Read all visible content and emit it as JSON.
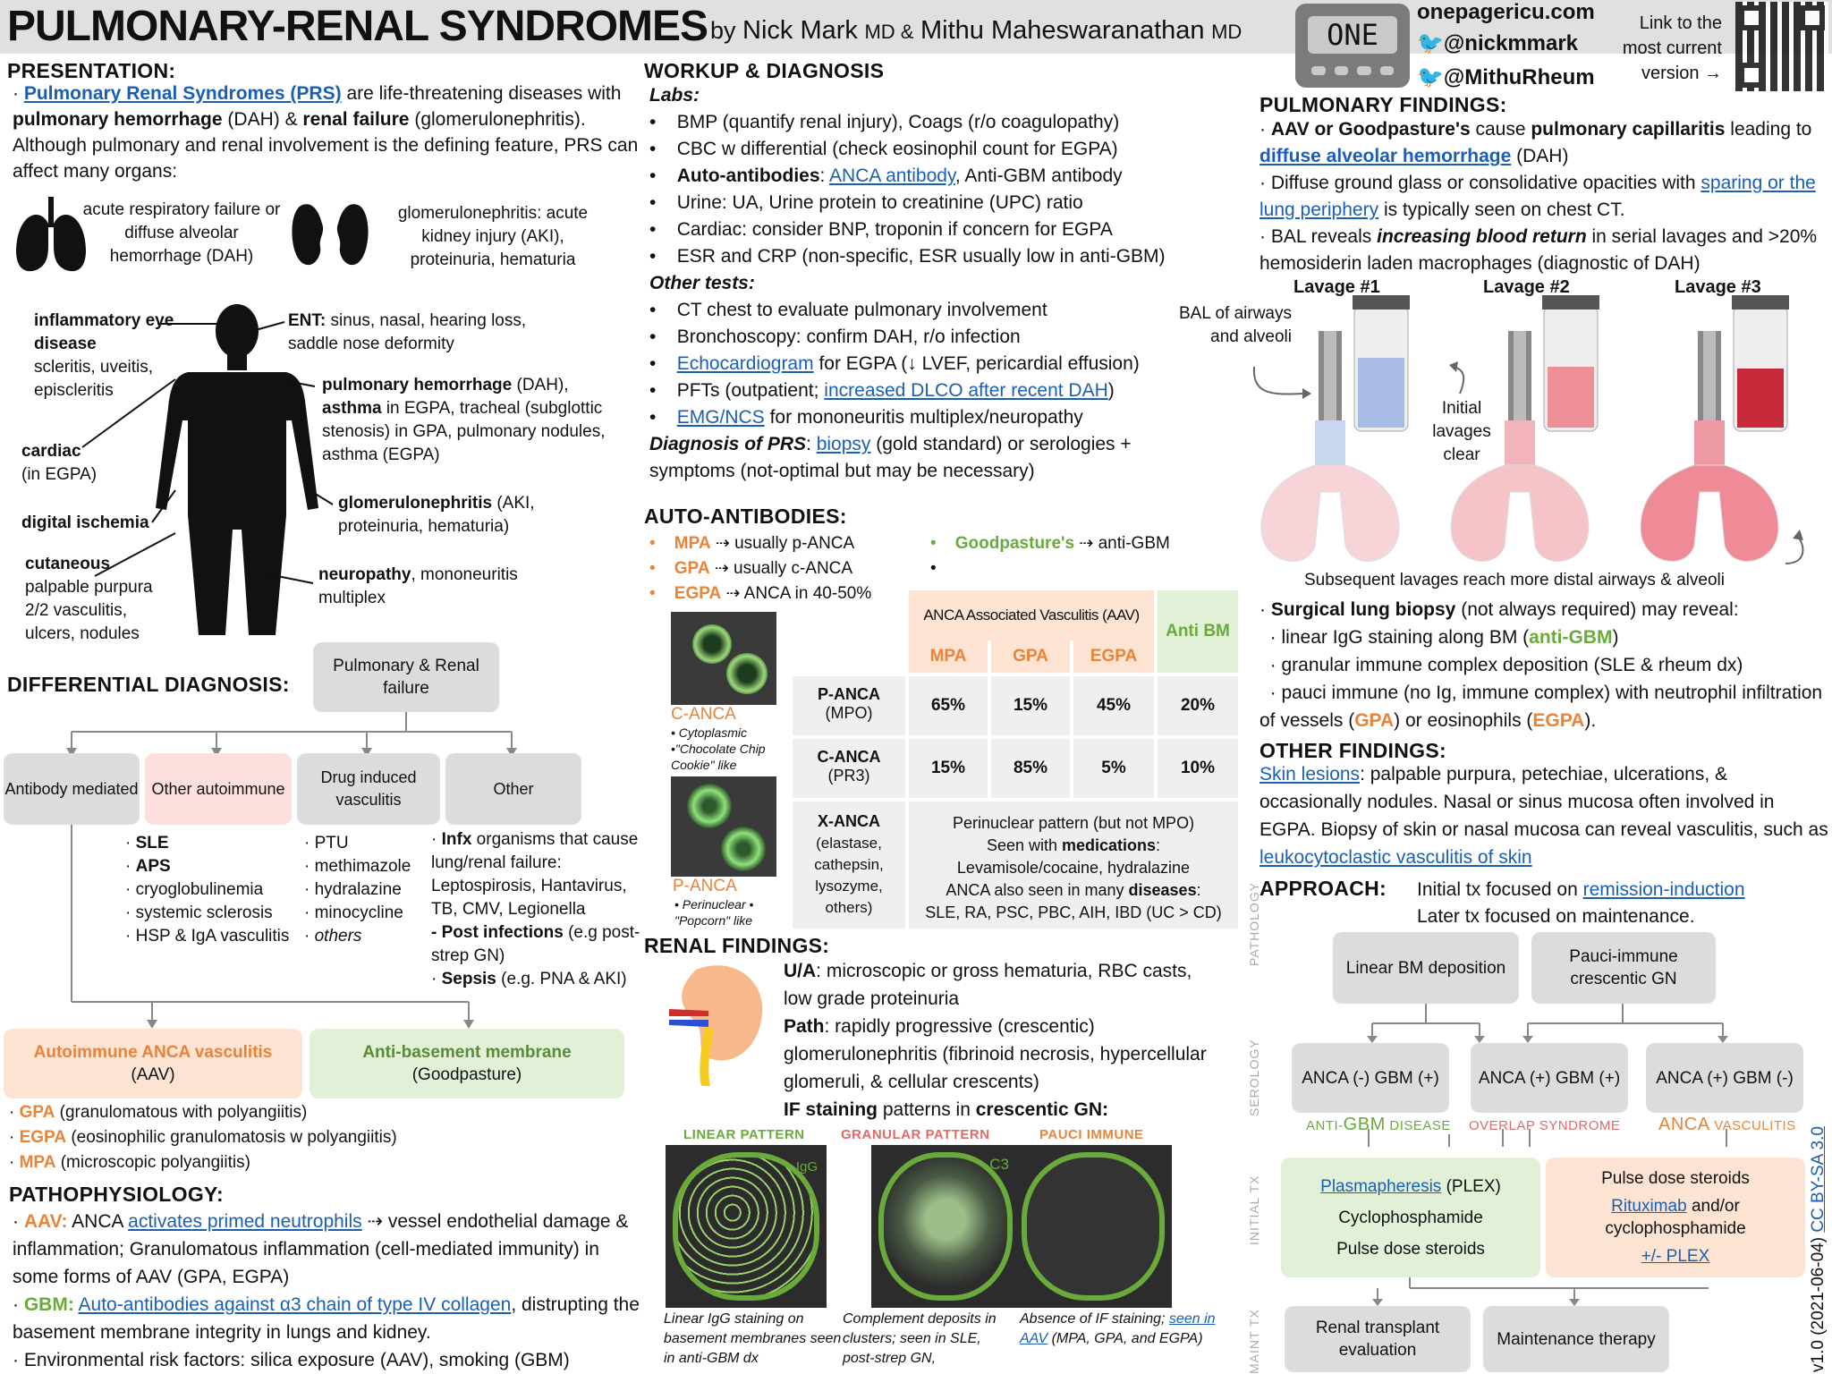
{
  "header": {
    "title": "PULMONARY-RENAL SYNDROMES",
    "by": "by",
    "author1": "Nick Mark",
    "md1": "MD &",
    "author2": "Mithu Maheswaranathan",
    "md2": "MD",
    "logo_text": "ONE",
    "site": "onepagericu.com",
    "twitter1": "@nickmmark",
    "twitter2": "@MithuRheum",
    "qr_caption": "Link to the most current version →"
  },
  "presentation": {
    "heading": "PRESENTATION:",
    "link": "Pulmonary Renal Syndromes (PRS)",
    "text1": "are life-threatening diseases with",
    "b1": "pulmonary hemorrhage",
    "text2": "(DAH) &",
    "b2": "renal failure",
    "text3": "(glomerulonephritis). Although pulmonary and renal involvement is the defining feature, PRS can affect many organs:",
    "lung_caption": "acute respiratory failure or diffuse alveolar hemorrhage (DAH)",
    "kidney_caption": "glomerulonephritis: acute kidney injury (AKI), proteinuria, hematuria"
  },
  "body_labels": {
    "eye_b": "inflammatory eye disease",
    "eye": "scleritis, uveitis, episcleritis",
    "ent_b": "ENT:",
    "ent": "sinus, nasal, hearing loss, saddle nose deformity",
    "pulm_b": "pulmonary hemorrhage",
    "pulm1": "(DAH),",
    "pulm_b2": "asthma",
    "pulm2": "in EGPA, tracheal (subglottic stenosis) in GPA, pulmonary nodules, asthma (EGPA)",
    "cardiac_b": "cardiac",
    "cardiac": "(in EGPA)",
    "digital_b": "digital ischemia",
    "gn_b": "glomerulonephritis",
    "gn": "(AKI, proteinuria, hematuria)",
    "cut_b": "cutaneous",
    "cut": "palpable purpura 2/2 vasculitis, ulcers, nodules",
    "neuro_b": "neuropathy",
    "neuro": ", mononeuritis multiplex"
  },
  "ddx": {
    "heading": "DIFFERENTIAL DIAGNOSIS:",
    "root": "Pulmonary & Renal failure",
    "c1": "Antibody mediated",
    "c2": "Other autoimmune",
    "c3": "Drug induced vasculitis",
    "c4": "Other",
    "auto_list": [
      "SLE",
      "APS",
      "cryoglobulinemia",
      "systemic sclerosis",
      "HSP & IgA vasculitis"
    ],
    "drug_list": [
      "PTU",
      "methimazole",
      "hydralazine",
      "minocycline",
      "others"
    ],
    "other_infx_b": "Infx",
    "other_infx": "organisms that cause lung/renal failure: Leptospirosis, Hantavirus, TB, CMV, Legionella",
    "other_post_b": "- Post infections",
    "other_post": "(e.g post-strep GN)",
    "other_sepsis_b": "Sepsis",
    "other_sepsis": "(e.g. PNA & AKI)",
    "aav_b": "Autoimmune ANCA vasculitis",
    "aav": "(AAV)",
    "gbm_b": "Anti-basement membrane",
    "gbm": "(Goodpasture)",
    "gpa_b": "GPA",
    "gpa": "(granulomatous with polyangiitis)",
    "egpa_b": "EGPA",
    "egpa": "(eosinophilic granulomatosis w polyangiitis)",
    "mpa_b": "MPA",
    "mpa": "(microscopic polyangiitis)"
  },
  "patho": {
    "heading": "PATHOPHYSIOLOGY:",
    "aav_b": "AAV:",
    "aav1": "ANCA",
    "aav_link": "activates primed neutrophils",
    "aav2": "⇢ vessel endothelial damage & inflammation; Granulomatous inflammation (cell-mediated immunity) in some forms of AAV (GPA, EGPA)",
    "gbm_b": "GBM:",
    "gbm_link": "Auto-antibodies against α3 chain of type IV collagen",
    "gbm2": ", distrupting the basement membrane integrity in lungs and kidney.",
    "env": "Environmental risk factors: silica exposure (AAV), smoking (GBM)"
  },
  "workup": {
    "heading": "WORKUP & DIAGNOSIS",
    "labs": "Labs:",
    "l1": "BMP  (quantify renal injury), Coags (r/o coagulopathy)",
    "l2": "CBC w differential (check eosinophil count for EGPA)",
    "l3_b": "Auto-antibodies",
    "l3_link": "ANCA antibody",
    "l3": ", Anti-GBM antibody",
    "l4": "Urine: UA, Urine protein to creatinine (UPC) ratio",
    "l5": "Cardiac: consider BNP, troponin if concern for EGPA",
    "l6": "ESR and CRP (non-specific, ESR usually low in anti-GBM)",
    "other": "Other tests:",
    "o1": "CT chest to evaluate pulmonary involvement",
    "o2": "Bronchoscopy: confirm DAH, r/o infection",
    "o3_link": "Echocardiogram",
    "o3": "for EGPA (↓ LVEF, pericardial effusion)",
    "o4": "PFTs (outpatient;",
    "o4_link": "increased DLCO after recent DAH",
    "o4b": ")",
    "o5_link": "EMG/NCS",
    "o5": "for mononeuritis multiplex/neuropathy",
    "dx_b": "Diagnosis of PRS",
    "dx_link": "biopsy",
    "dx": "(gold standard) or serologies + symptoms (not-optimal but may be necessary)"
  },
  "autoab": {
    "heading": "AUTO-ANTIBODIES:",
    "mpa": "MPA",
    "mpa_t": "⇢ usually p-ANCA",
    "gpa": "GPA",
    "gpa_t": "⇢ usually c-ANCA",
    "egpa": "EGPA",
    "egpa_t": "⇢ ANCA in 40-50%",
    "gp": "Goodpasture's",
    "gp_t": "⇢ anti-GBM",
    "canca": "C-ANCA",
    "canca_d": "• Cytoplasmic •\"Chocolate Chip Cookie\" like",
    "panca": "P-ANCA",
    "panca_d": "• Perinuclear • \"Popcorn\" like",
    "table_aav": "ANCA Associated Vasculitis (AAV)",
    "table_antibm": "Anti BM",
    "cols": [
      "MPA",
      "GPA",
      "EGPA"
    ],
    "rows": [
      {
        "name": "P-ANCA",
        "sub": "(MPO)",
        "vals": [
          "65%",
          "15%",
          "45%",
          "20%"
        ]
      },
      {
        "name": "C-ANCA",
        "sub": "(PR3)",
        "vals": [
          "15%",
          "85%",
          "5%",
          "10%"
        ]
      }
    ],
    "xanca": "X-ANCA",
    "xanca_sub": "(elastase, cathepsin, lysozyme, others)",
    "xanca_text1": "Perinuclear pattern (but not MPO)",
    "xanca_text2": "Seen with",
    "xanca_b2": "medications",
    "xanca_text3": "Levamisole/cocaine, hydralazine",
    "xanca_text4": "ANCA also seen in many",
    "xanca_b4": "diseases",
    "xanca_text5": "SLE, RA, PSC, PBC, AIH, IBD (UC > CD)"
  },
  "renal": {
    "heading": "RENAL FINDINGS:",
    "ua_b": "U/A",
    "ua": ": microscopic or gross hematuria, RBC casts, low grade proteinuria",
    "path_b": "Path",
    "path": ": rapidly progressive (crescentic) glomerulonephritis (fibrinoid necrosis, hypercellular glomeruli, & cellular crescents)",
    "if_b": "IF staining",
    "if": "patterns in",
    "if_b2": "crescentic GN:",
    "p1": "LINEAR PATTERN",
    "p2": "GRANULAR PATTERN",
    "p3": "PAUCI IMMUNE",
    "igg": "IgG",
    "c3": "C3",
    "cap1": "Linear IgG staining on basement membranes seen in anti-GBM dx",
    "cap2": "Complement deposits in clusters; seen in SLE, post-strep GN,",
    "cap3a": "Absence of IF staining;",
    "cap3_link": "seen in AAV",
    "cap3b": "(MPA, GPA, and EGPA)"
  },
  "pulm": {
    "heading": "PULMONARY FINDINGS:",
    "p1_b": "AAV or Goodpasture's",
    "p1": "cause",
    "p1_b2": "pulmonary capillaritis",
    "p1b": "leading to",
    "p1_link": "diffuse alveolar hemorrhage",
    "p1c": "(DAH)",
    "p2": "Diffuse ground glass or consolidative opacities with",
    "p2_link": "sparing or the lung periphery",
    "p2b": "is typically seen on chest CT.",
    "p3": "BAL reveals",
    "p3_b": "increasing blood return",
    "p3b": "in serial lavages and >20% hemosiderin laden macrophages (diagnostic of DAH)",
    "lav1": "Lavage #1",
    "lav2": "Lavage #2",
    "lav3": "Lavage #3",
    "bal": "BAL of airways and alveoli",
    "initial": "Initial lavages clear",
    "subsequent": "Subsequent lavages reach more distal airways & alveoli",
    "bx_b": "Surgical lung biopsy",
    "bx": "(not always required) may reveal:",
    "bx1": "linear IgG staining along BM (",
    "bx1_g": "anti-GBM",
    "bx1b": ")",
    "bx2": "granular immune complex deposition (SLE & rheum dx)",
    "bx3": "pauci immune (no Ig, immune complex) with neutrophil infiltration of vessels (",
    "bx3_o1": "GPA",
    "bx3b": ") or eosinophils (",
    "bx3_o2": "EGPA",
    "bx3c": ")."
  },
  "other_findings": {
    "heading": "OTHER FINDINGS:",
    "link": "Skin lesions",
    "t1": ": palpable purpura, petechiae, ulcerations, & occasionally nodules. Nasal or sinus mucosa often involved in EGPA. Biopsy of skin or nasal mucosa can reveal vasculitis, such as",
    "link2": "leukocytoclastic vasculitis of skin"
  },
  "approach": {
    "heading": "APPROACH:",
    "t1": "Initial tx focused on",
    "link": "remission-induction",
    "t2": "Later tx focused on maintenance.",
    "side1": "PATHOLOGY",
    "side2": "SEROLOGY",
    "side3": "INITIAL TX",
    "side4": "MAINT TX",
    "path1": "Linear BM deposition",
    "path2": "Pauci-immune crescentic GN",
    "s1": "ANCA (-) GBM (+)",
    "s2": "ANCA (+) GBM (+)",
    "s3": "ANCA (+) GBM (-)",
    "lab1a": "ANTI-",
    "lab1b": "GBM",
    "lab1c": " DISEASE",
    "lab2": "OVERLAP SYNDROME",
    "lab3a": "ANCA",
    "lab3b": " VASCULITIS",
    "tx1_link": "Plasmapheresis",
    "tx1a": "(PLEX)",
    "tx1b": "Cyclophosphamide",
    "tx1c": "Pulse dose steroids",
    "tx2a": "Pulse dose steroids",
    "tx2_link": "Rituximab",
    "tx2b": "and/or cyclophosphamide",
    "tx2_link2": "+/- PLEX",
    "m1": "Renal transplant evaluation",
    "m2": "Maintenance therapy"
  },
  "footer": {
    "version": "v1.0 (2021-06-04)",
    "license": "CC BY-SA 3.0"
  },
  "colors": {
    "orange": "#e8843a",
    "green": "#6aaa3a",
    "link": "#1a5fb4",
    "gray_box": "#dcdcdc",
    "pink_box": "#fde0de",
    "peach_box": "#fce3d2",
    "lightgreen_box": "#e3f0d8"
  }
}
